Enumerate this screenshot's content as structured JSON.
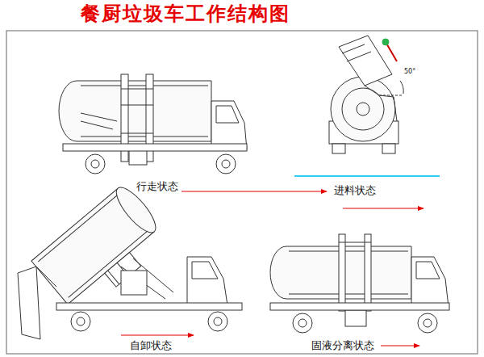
{
  "diagram": {
    "title": "餐厨垃圾车工作结构图",
    "labels": [
      "行走状态",
      "进料状态",
      "自卸状态",
      "固液分离状态",
      "50°"
    ]
  }
}
